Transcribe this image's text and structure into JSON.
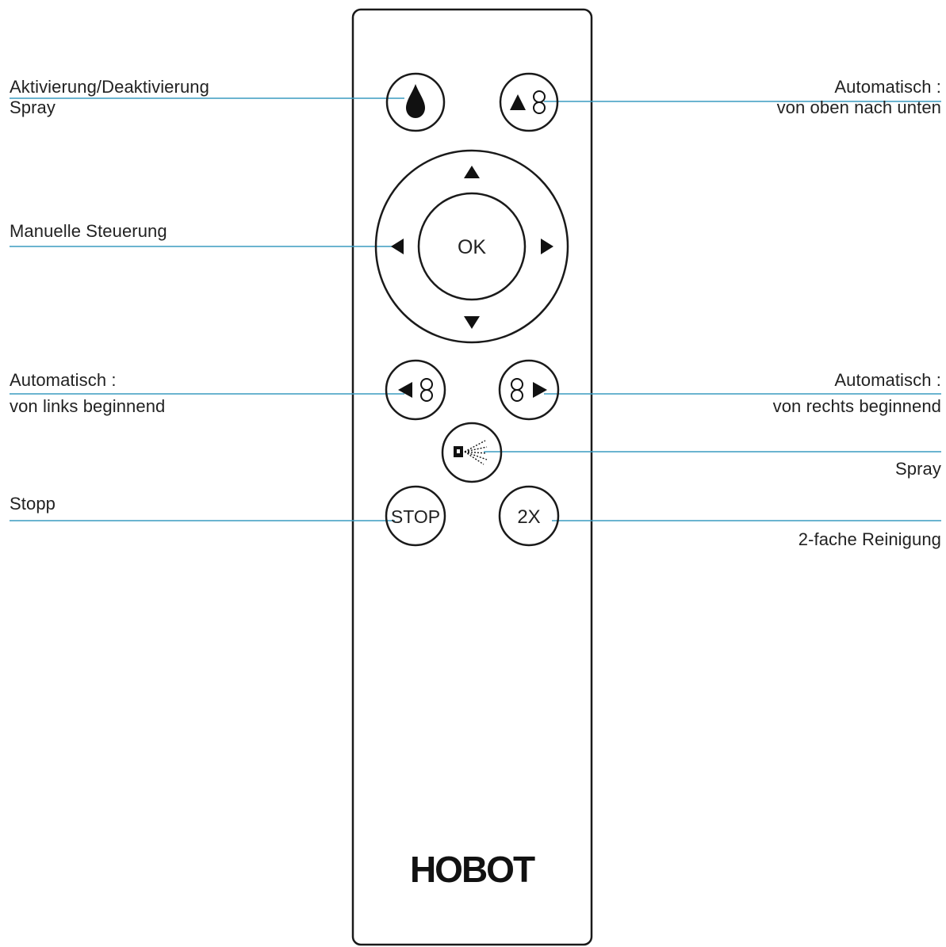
{
  "labels": {
    "spray_toggle": {
      "line1": "Aktivierung/Deaktivierung",
      "line2": "Spray"
    },
    "auto_top_down": {
      "line1": "Automatisch :",
      "line2": "von oben nach unten"
    },
    "manual_control": {
      "line1": "Manuelle Steuerung"
    },
    "auto_left": {
      "line1": "Automatisch :",
      "line2": "von links beginnend"
    },
    "auto_right": {
      "line1": "Automatisch :",
      "line2": "von rechts beginnend"
    },
    "spray": {
      "line1": "Spray"
    },
    "stop": {
      "line1": "Stopp"
    },
    "double_clean": {
      "line1": "2-fache Reinigung"
    }
  },
  "remote": {
    "ok_label": "OK",
    "stop_label": "STOP",
    "double_label": "2X",
    "brand": "HOBOT"
  },
  "colors": {
    "leader_line": "#3a9bc1",
    "outline": "#1a1a1a"
  },
  "icons": {
    "spray_toggle": "water-drop-icon",
    "auto_top_down": "triangle-up-figure8-icon",
    "dpad_up": "triangle-up-icon",
    "dpad_down": "triangle-down-icon",
    "dpad_left": "triangle-left-icon",
    "dpad_right": "triangle-right-icon",
    "auto_left": "triangle-left-figure8-icon",
    "auto_right": "figure8-triangle-right-icon",
    "spray": "spray-nozzle-icon"
  }
}
